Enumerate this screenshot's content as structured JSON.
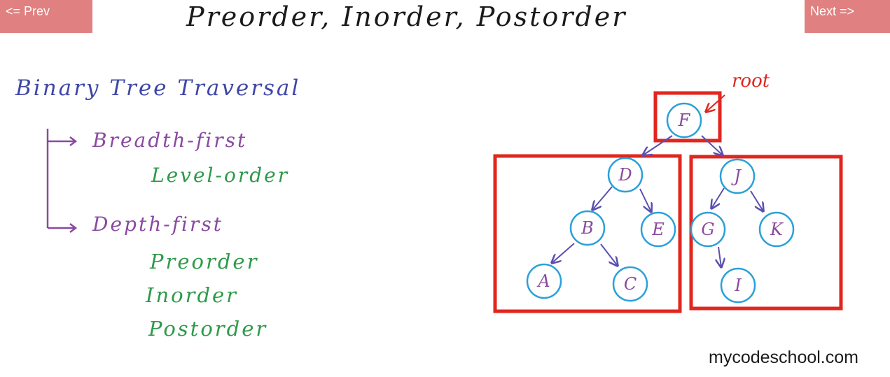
{
  "nav": {
    "prev_label": "<= Prev",
    "next_label": "Next =>"
  },
  "title": "Preorder, Inorder, Postorder",
  "outline": {
    "heading": "Binary Tree Traversal",
    "breadth_first": "Breadth-first",
    "level_order": "Level-order",
    "depth_first": "Depth-first",
    "preorder": "Preorder",
    "inorder": "Inorder",
    "postorder": "Postorder"
  },
  "tree": {
    "root_label": "root",
    "nodes": {
      "F": "F",
      "D": "D",
      "J": "J",
      "B": "B",
      "E": "E",
      "G": "G",
      "K": "K",
      "A": "A",
      "C": "C",
      "I": "I"
    }
  },
  "watermark": "mycodeschool.com",
  "colors": {
    "nav_bg": "#e08080",
    "box_red": "#e0261e",
    "node_blue": "#2aa0d8",
    "arrow_purple": "#5a4fb0"
  }
}
